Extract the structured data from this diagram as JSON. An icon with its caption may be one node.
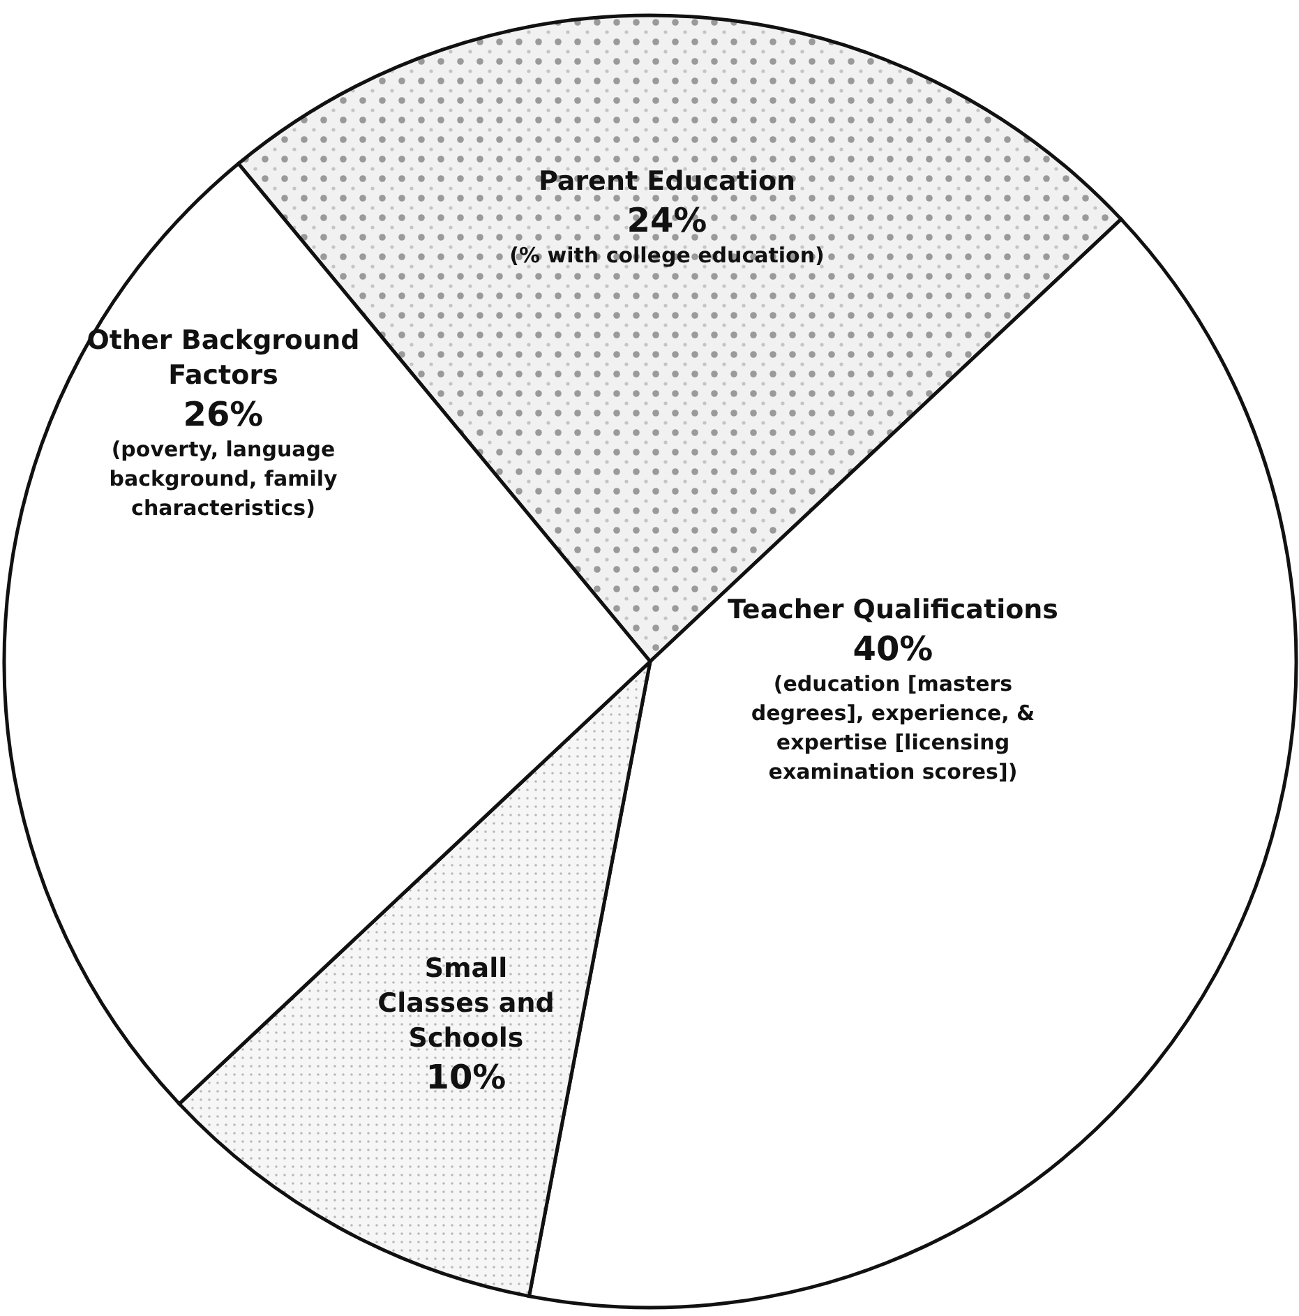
{
  "diagram": {
    "labels": [
      "(% with college education)",
      "(poverty, language background, family characteristics)",
      "(education [masters degrees], experience, & expertise [licensing examination scores])"
    ],
    "chart_data": {
      "type": "pie",
      "categories": [
        "Parent Education",
        "Teacher Qualifications",
        "Small Classes and Schools",
        "Other Background Factors"
      ],
      "values": [
        24,
        40,
        10,
        26
      ],
      "value_labels": [
        "24%",
        "40%",
        "10%",
        "26%"
      ]
    }
  }
}
